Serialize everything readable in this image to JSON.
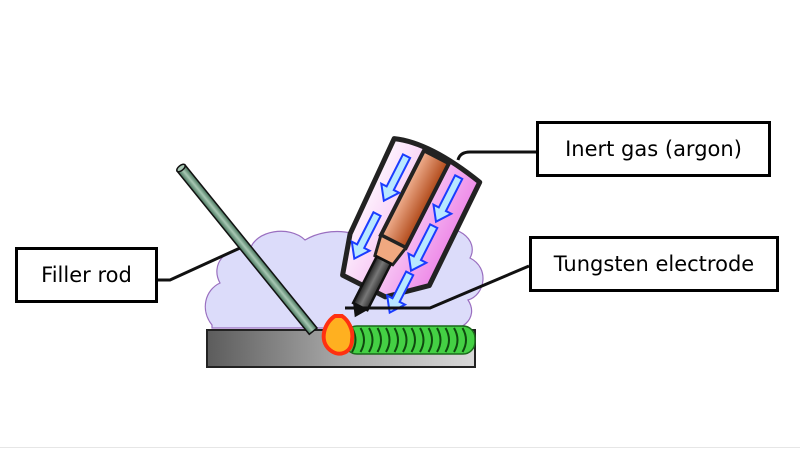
{
  "diagram": {
    "title": "TIG welding schematic",
    "labels": {
      "filler_rod": "Filler rod",
      "inert_gas": "Inert gas (argon)",
      "tungsten_electrode": "Tungsten electrode"
    },
    "colors": {
      "shield_cloud": "#dcdcfa",
      "cloud_outline": "#9a6fc0",
      "nozzle_fill": "#f4a8f0",
      "gas_arrow": "#b8e8ff",
      "gas_arrow_outline": "#1a3cff",
      "collet": "#c8643a",
      "electrode": "#444444",
      "filler_rod": "#5a8a6a",
      "workpiece": "#888888",
      "weld_bead": "#44d044",
      "weld_pool": "#ffb020",
      "arc": "#ff3010"
    }
  }
}
